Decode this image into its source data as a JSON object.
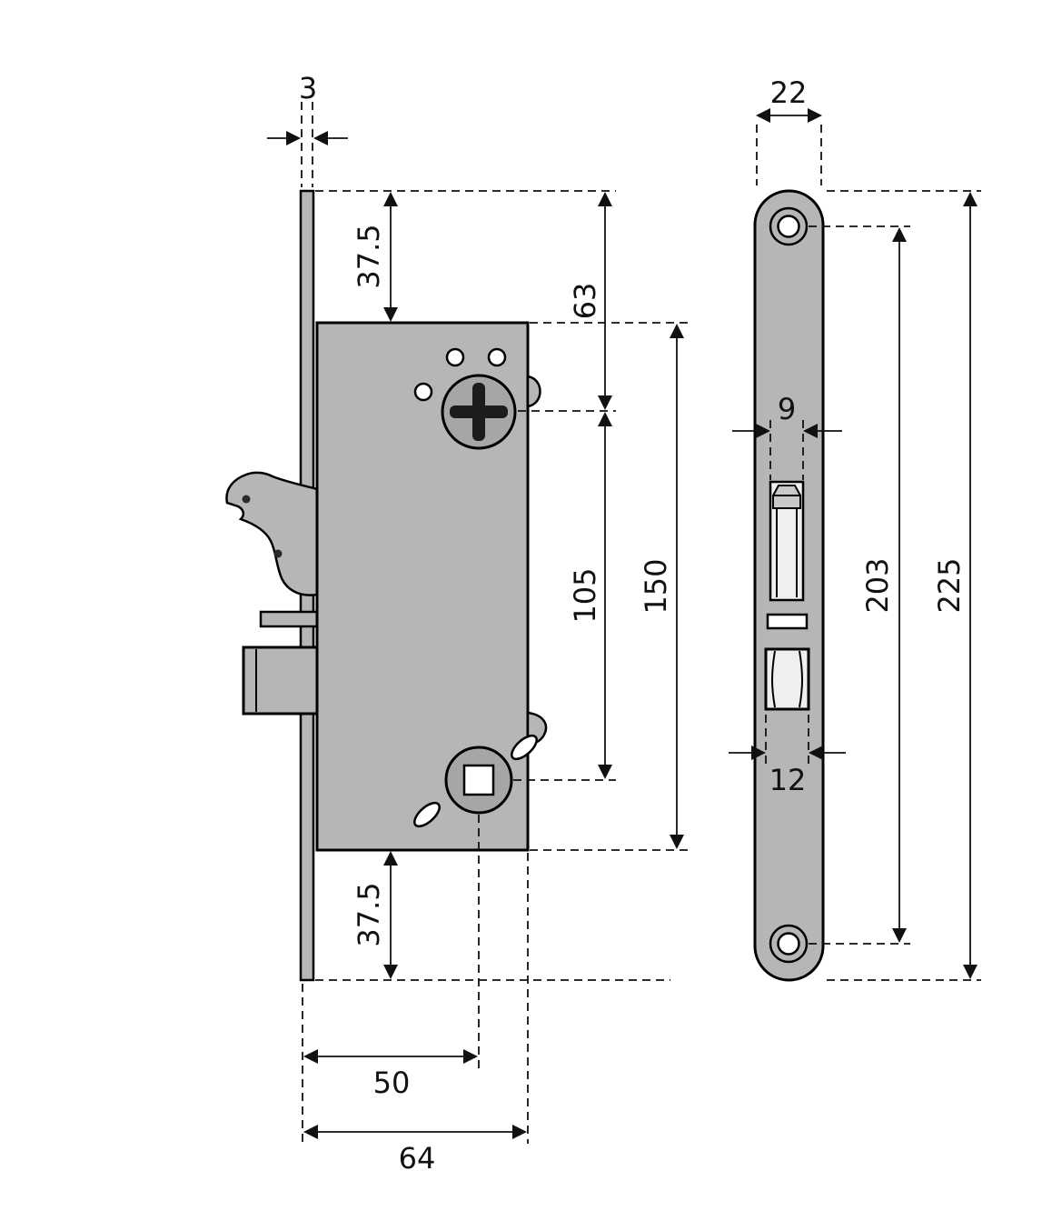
{
  "colors": {
    "background": "#ffffff",
    "metal": "#b6b6b6",
    "metal_dark": "#a6a6a6",
    "detail": "#c9c9c9",
    "opening": "#efefef",
    "hole": "#ffffff",
    "cross": "#1c1c1c",
    "line": "#111111"
  },
  "side_view": {
    "dims": {
      "faceplate_thickness": "3",
      "top_edge_to_body": "37.5",
      "top_edge_to_spindle_upper": "63",
      "spindle_spacing": "105",
      "body_height": "150",
      "body_to_bottom_edge": "37.5",
      "backset": "50",
      "body_depth": "64"
    }
  },
  "front_view": {
    "dims": {
      "plate_width": "22",
      "latch_slot_width": "9",
      "screw_hole_spacing": "203",
      "plate_height": "225",
      "bolt_slot_width": "12"
    }
  }
}
